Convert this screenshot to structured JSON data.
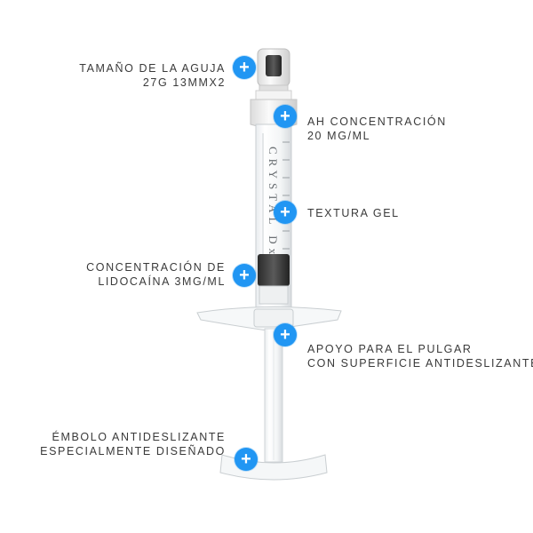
{
  "brand_text": "CRYSTAL Dx",
  "hotspot_icon": "+",
  "accent_color": "#2196f3",
  "annotations": [
    {
      "id": "needle-size",
      "lines": [
        "TAMAÑO DE LA AGUJA",
        "27G 13MMX2"
      ]
    },
    {
      "id": "ah-concentration",
      "lines": [
        "AH CONCENTRACIÓN",
        "20 MG/ML"
      ]
    },
    {
      "id": "texture",
      "lines": [
        "TEXTURA GEL"
      ]
    },
    {
      "id": "lidocaine",
      "lines": [
        "CONCENTRACIÓN DE",
        "LIDOCAÍNA 3MG/ML"
      ]
    },
    {
      "id": "thumb-rest",
      "lines": [
        "APOYO PARA EL PULGAR",
        "CON SUPERFICIE ANTIDESLIZANTE"
      ]
    },
    {
      "id": "plunger",
      "lines": [
        "ÉMBOLO ANTIDESLIZANTE",
        "ESPECIALMENTE DISEÑADO"
      ]
    }
  ]
}
